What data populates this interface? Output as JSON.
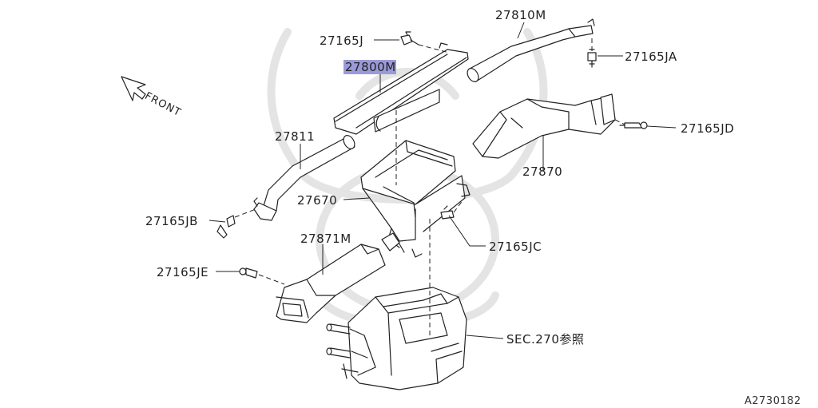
{
  "labels": {
    "l_27810M": "27810M",
    "l_27165J": "27165J",
    "l_27800M": "27800M",
    "l_27165JA": "27165JA",
    "l_27811": "27811",
    "l_27165JD": "27165JD",
    "l_27870": "27870",
    "l_27670": "27670",
    "l_27165JB": "27165JB",
    "l_27871M": "27871M",
    "l_27165JC": "27165JC",
    "l_27165JE": "27165JE",
    "l_sec270": "SEC.270参照",
    "l_front": "FRONT",
    "l_code": "A2730182"
  },
  "colors": {
    "line": "#222222",
    "highlight": "#9a9ad8",
    "watermark": "#e6e6e6"
  }
}
